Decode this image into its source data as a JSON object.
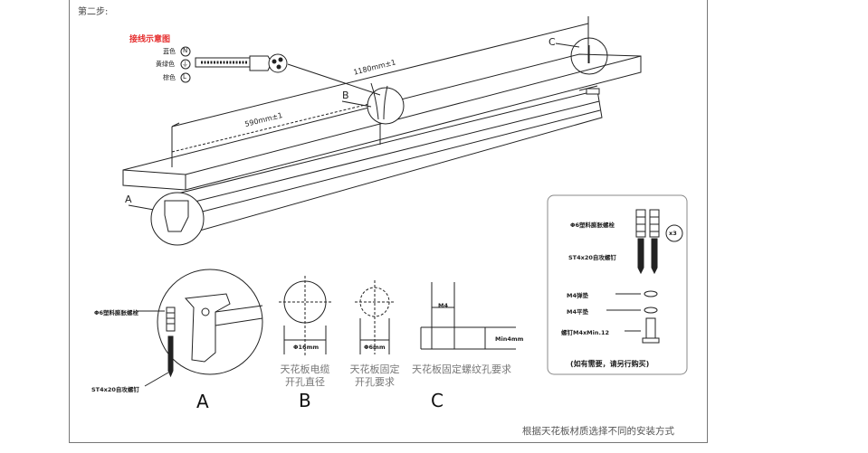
{
  "step_label": "第二步:",
  "wiring": {
    "title": "接线示意图",
    "wires": [
      {
        "label": "蓝色",
        "symbol": "N"
      },
      {
        "label": "黄绿色",
        "symbol": "⏚"
      },
      {
        "label": "棕色",
        "symbol": "L"
      }
    ]
  },
  "dimensions": {
    "length_long": "1180mm±1",
    "length_half": "590mm±1"
  },
  "callouts": {
    "a": "A",
    "b": "B",
    "c": "C"
  },
  "detail_a": {
    "anchor_label": "Φ6塑料膨胀螺栓",
    "screw_label": "ST4x20自攻螺钉",
    "letter": "A"
  },
  "detail_b": {
    "diameter": "Φ16mm",
    "caption_line1": "天花板电缆",
    "caption_line2": "开孔直径",
    "letter": "B"
  },
  "detail_b2": {
    "diameter": "Φ6mm",
    "caption_line1": "天花板固定",
    "caption_line2": "开孔要求"
  },
  "detail_c": {
    "width_label": "M4",
    "depth_label": "Min4mm",
    "caption": "天花板固定螺纹孔要求",
    "letter": "C"
  },
  "hardware_box": {
    "anchor_label": "Φ6塑料膨胀螺栓",
    "screw_label": "ST4x20自攻螺钉",
    "quantity": "x3",
    "spring_washer": "M4弹垫",
    "flat_washer": "M4平垫",
    "bolt": "螺钉M4xMin.12",
    "note": "(如有需要，请另行购买)"
  },
  "footer": "根据天花板材质选择不同的安装方式"
}
